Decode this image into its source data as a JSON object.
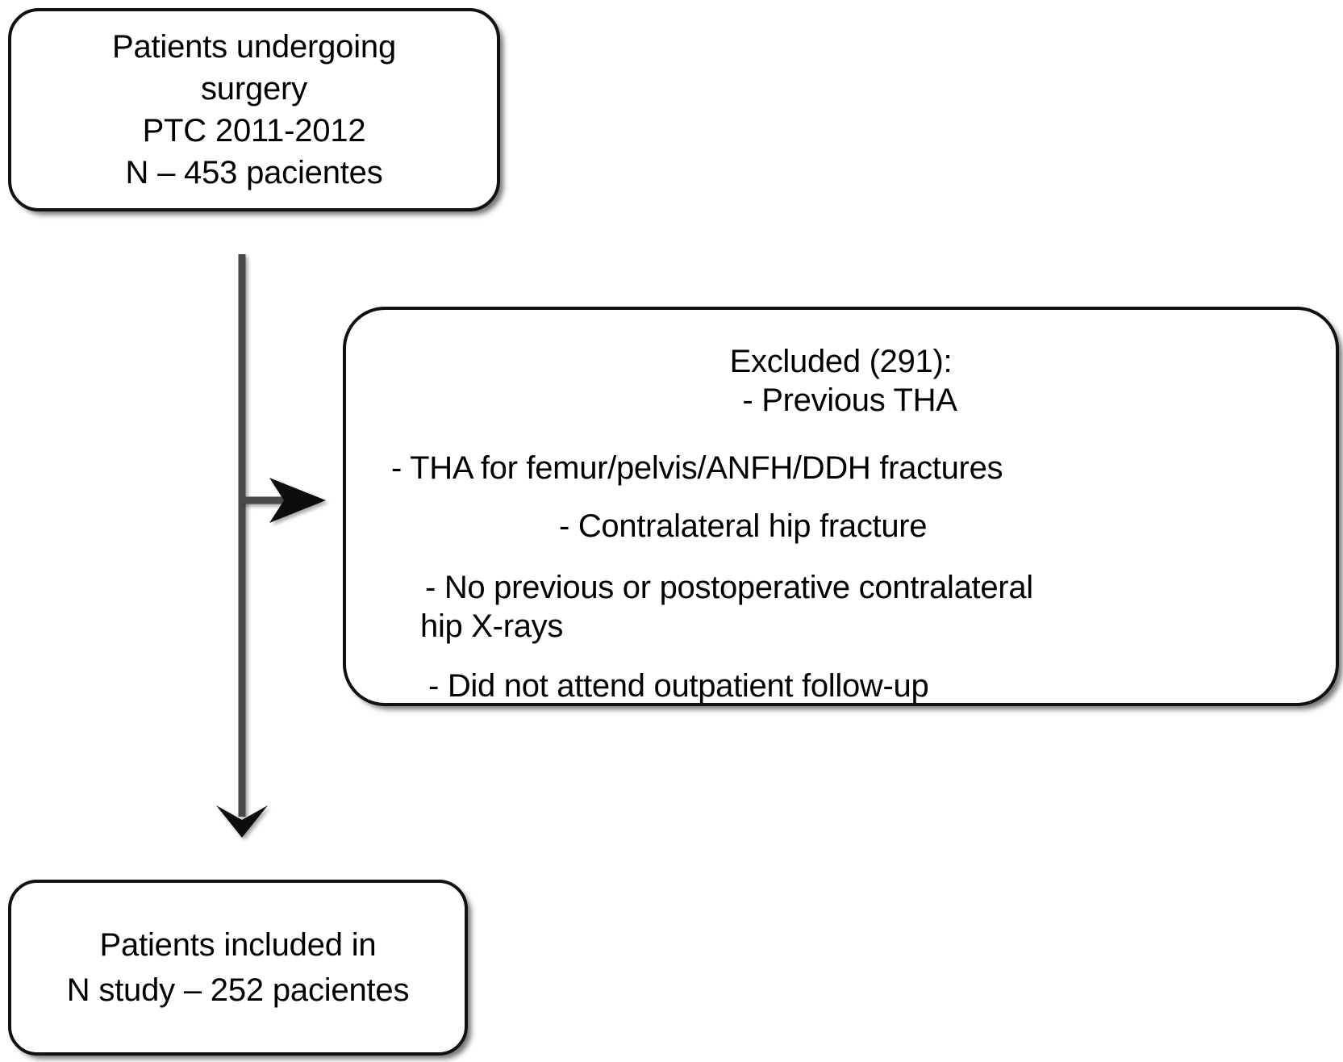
{
  "diagram": {
    "type": "flowchart",
    "title": "Patient selection flow diagram",
    "background_color": "#ffffff",
    "line_color": "#4a4a4a",
    "border_color": "#111111",
    "text_color": "#000000"
  },
  "nodes": {
    "enrolled": {
      "id": "enrolled",
      "lines": [
        "Patients undergoing",
        "surgery",
        "PTC 2011-2012",
        "N – 453 pacientes"
      ],
      "count": 453
    },
    "excluded": {
      "id": "excluded",
      "heading": "Excluded (291):",
      "count": 291,
      "reasons": [
        "- Previous THA",
        "- THA for femur/pelvis/ANFH/DDH fractures",
        "- Contralateral hip fracture",
        "- No previous or postoperative contralateral",
        "hip X-rays",
        "- Did not attend outpatient follow-up"
      ]
    },
    "included": {
      "id": "included",
      "lines": [
        "Patients included in",
        "N study – 252 pacientes"
      ],
      "count": 252
    }
  },
  "edges": [
    {
      "id": "enrolled-to-included",
      "from": "enrolled",
      "to": "included",
      "direction": "down",
      "label": ""
    },
    {
      "id": "enrolled-to-excluded",
      "from": "enrolled",
      "to": "excluded",
      "direction": "right",
      "label": ""
    }
  ]
}
